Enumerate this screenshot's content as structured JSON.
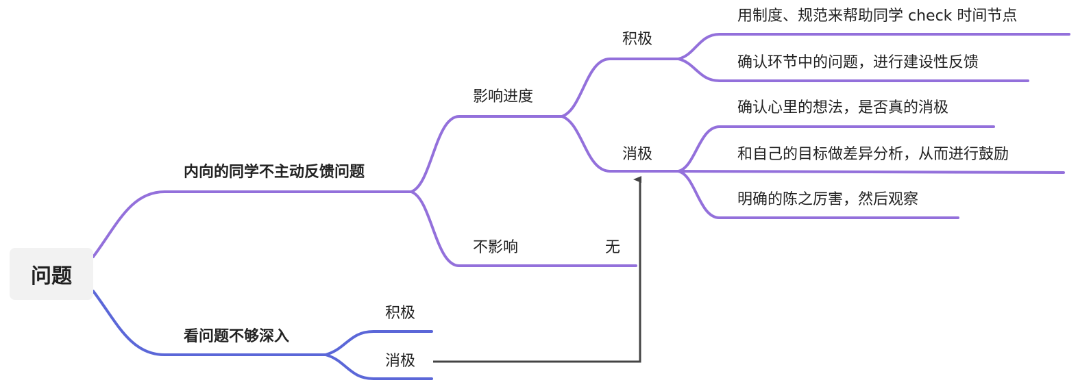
{
  "colors": {
    "branch_purple": "#9370db",
    "branch_blue": "#5b67d8",
    "arrow": "#444444",
    "root_bg": "#f2f2f2",
    "text": "#222222"
  },
  "mindmap": {
    "root": {
      "label": "问题"
    },
    "branches": [
      {
        "label": "内向的同学不主动反馈问题",
        "children": [
          {
            "label": "影响进度",
            "children": [
              {
                "label": "积极",
                "children": [
                  {
                    "label": "用制度、规范来帮助同学 check 时间节点"
                  },
                  {
                    "label": "确认环节中的问题，进行建设性反馈"
                  }
                ]
              },
              {
                "label": "消极",
                "children": [
                  {
                    "label": "确认心里的想法，是否真的消极"
                  },
                  {
                    "label": "和自己的目标做差异分析，从而进行鼓励"
                  },
                  {
                    "label": "明确的陈之厉害，然后观察"
                  }
                ]
              }
            ]
          },
          {
            "label": "不影响",
            "children": [
              {
                "label": "无"
              }
            ]
          }
        ]
      },
      {
        "label": "看问题不够深入",
        "children": [
          {
            "label": "积极"
          },
          {
            "label": "消极"
          }
        ]
      }
    ],
    "relationship": {
      "from": "看问题不够深入 / 消极",
      "to": "影响进度 / 消极"
    }
  }
}
